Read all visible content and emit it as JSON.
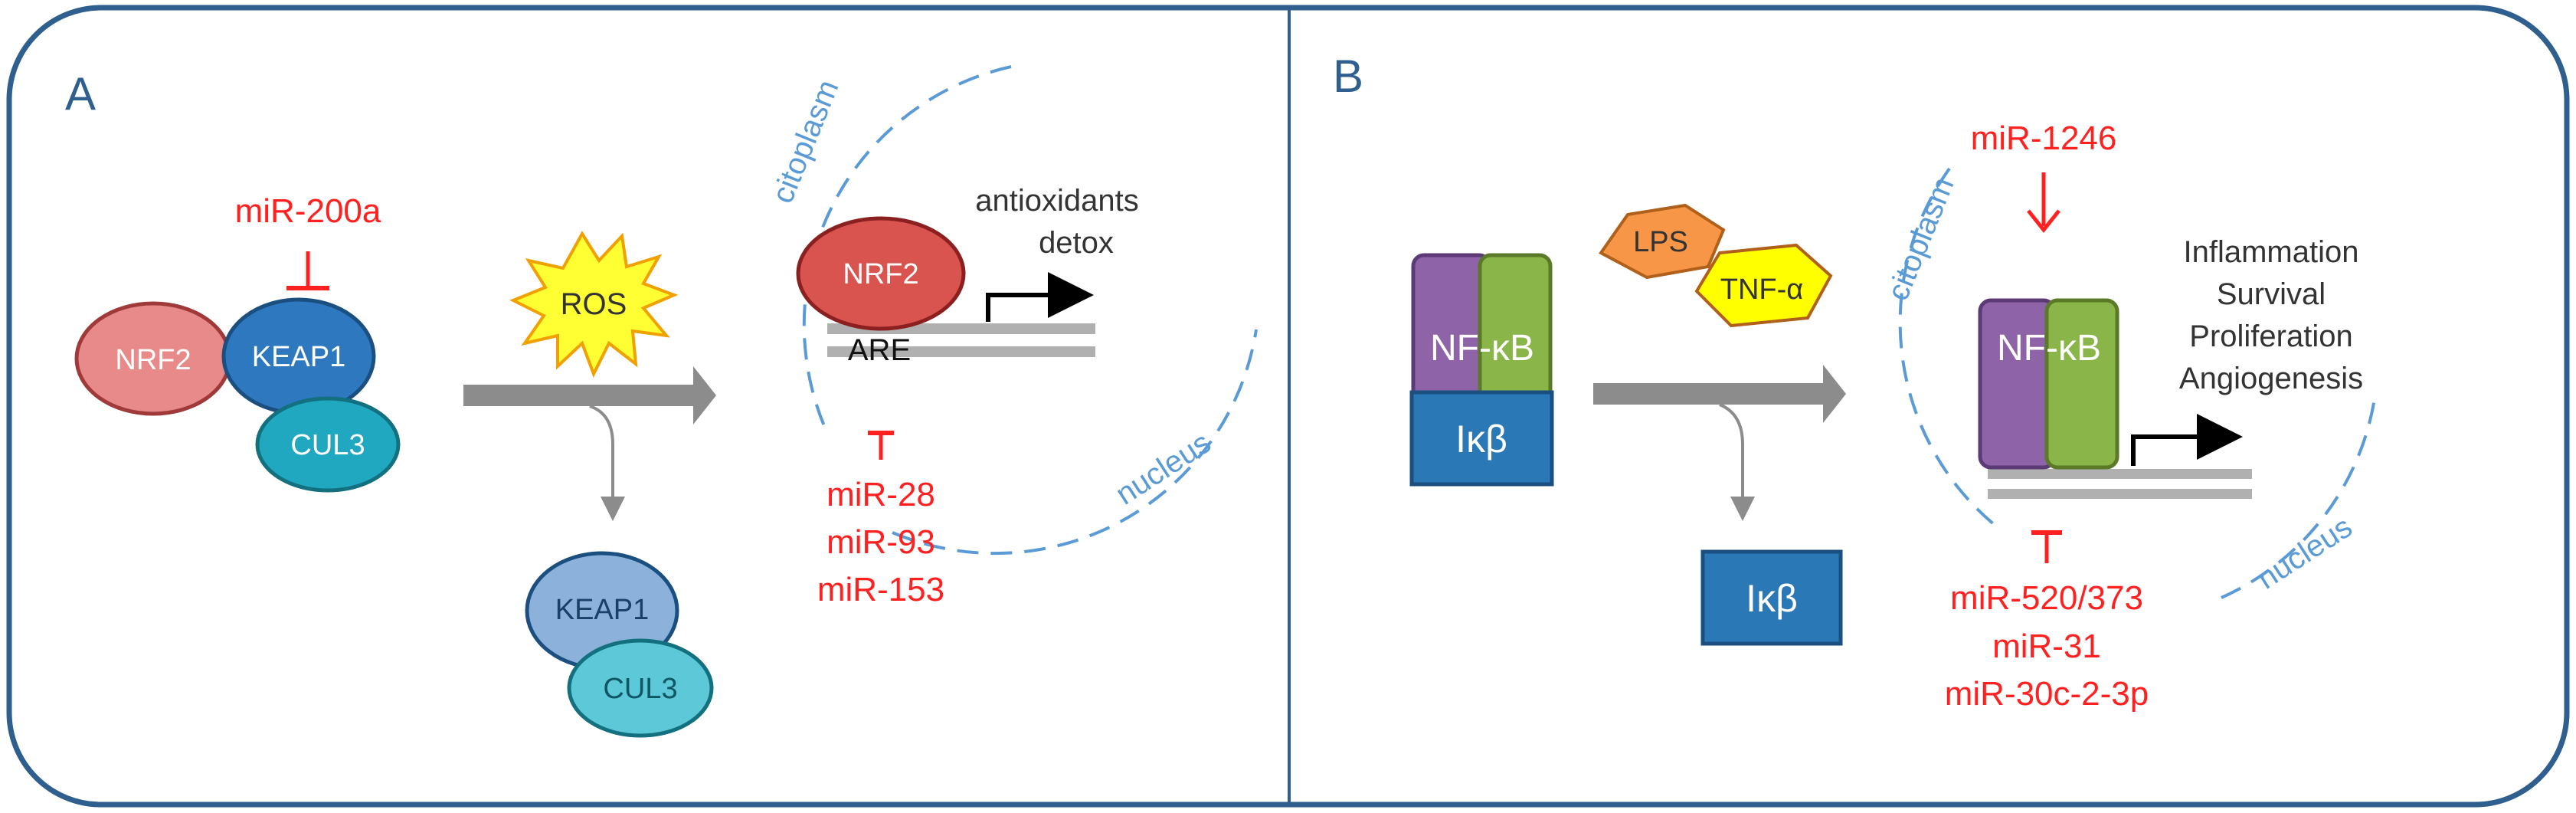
{
  "panel_a": {
    "letter": "A",
    "mirna_top": "miR-200a",
    "nrf2_label": "NRF2",
    "keap1_label": "KEAP1",
    "cul3_label": "CUL3",
    "ros_label": "ROS",
    "nrf2_nucleus_label": "NRF2",
    "are_label": "ARE",
    "antioxidants_label": "antioxidants",
    "detox_label": "detox",
    "cytoplasm_label": "citoplasm",
    "nucleus_label": "nucleus",
    "mirna_bottom": [
      "miR-28",
      "miR-93",
      "miR-153"
    ],
    "keap1_released_label": "KEAP1",
    "cul3_released_label": "CUL3"
  },
  "panel_b": {
    "letter": "B",
    "nfkb_label": "NF-κB",
    "ikb_label": "Iκβ",
    "lps_label": "LPS",
    "tnf_label": "TNF-α",
    "mirna_top": "miR-1246",
    "cytoplasm_label": "citoplasm",
    "nucleus_label": "nucleus",
    "outcomes": [
      "Inflammation",
      "Survival",
      "Proliferation",
      "Angiogenesis"
    ],
    "nfkb_nucleus_label": "NF-κB",
    "mirna_bottom": [
      "miR-520/373",
      "miR-31",
      "miR-30c-2-3p"
    ],
    "ikb_released_label": "Iκβ"
  },
  "colors": {
    "frame": "#2e5f8e",
    "mirna_red": "#ff2020",
    "nrf2_light": "#e88a8a",
    "nrf2_dark": "#d9534f",
    "keap1": "#2e78c0",
    "keap1_light": "#8cb2dc",
    "cul3": "#1fa8c0",
    "cul3_light": "#5cc8d8",
    "nfkb_purple": "#8e63a8",
    "nfkb_green": "#8ab548",
    "ikb_blue": "#2a78b6",
    "lps_orange": "#f79646",
    "tnf_yellow": "#ffff00",
    "arrow_gray": "#8c8c8c",
    "dashed_blue": "#5b9bd5"
  }
}
